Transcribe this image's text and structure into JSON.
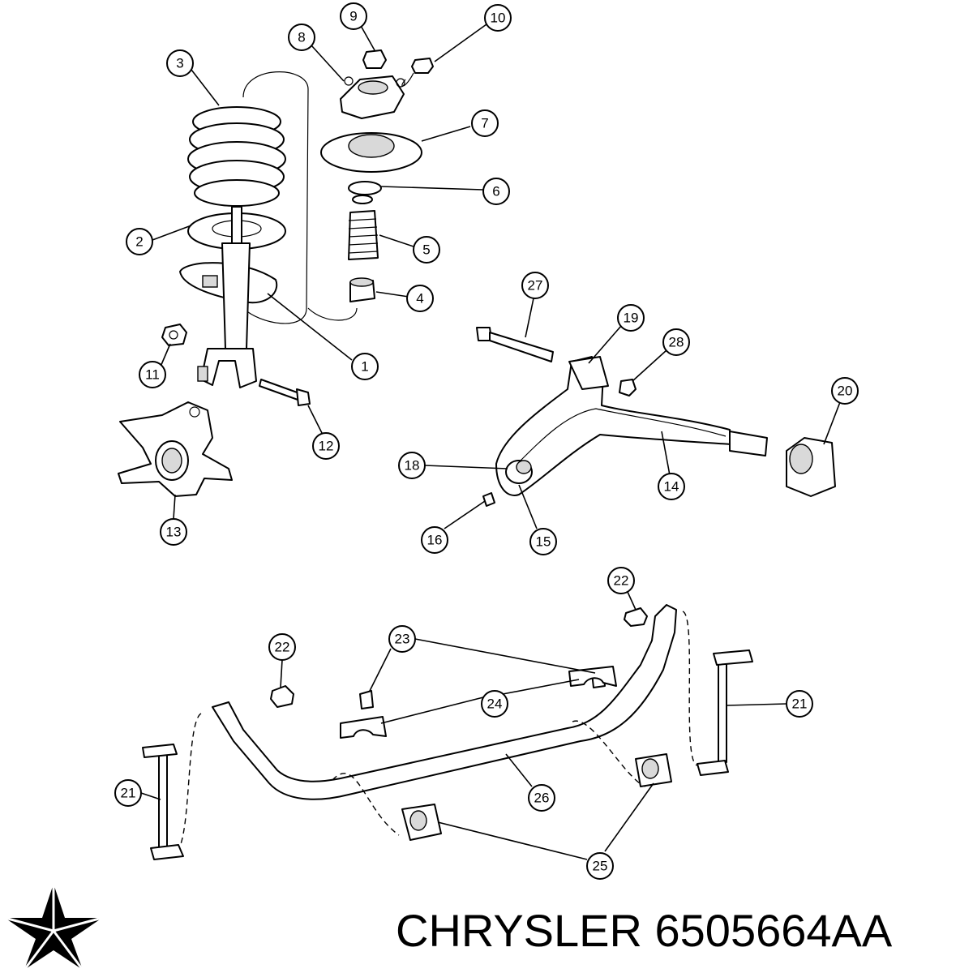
{
  "caption": {
    "brand": "CHRYSLER",
    "part_number": "6505664AA"
  },
  "colors": {
    "ink": "#000000",
    "background": "#ffffff",
    "shade": "#d9d9d9"
  },
  "callouts": [
    {
      "id": "c1",
      "label": "1"
    },
    {
      "id": "c2",
      "label": "2"
    },
    {
      "id": "c3",
      "label": "3"
    },
    {
      "id": "c4",
      "label": "4"
    },
    {
      "id": "c5",
      "label": "5"
    },
    {
      "id": "c6",
      "label": "6"
    },
    {
      "id": "c7",
      "label": "7"
    },
    {
      "id": "c8",
      "label": "8"
    },
    {
      "id": "c9",
      "label": "9"
    },
    {
      "id": "c10",
      "label": "10"
    },
    {
      "id": "c11",
      "label": "11"
    },
    {
      "id": "c12",
      "label": "12"
    },
    {
      "id": "c13",
      "label": "13"
    },
    {
      "id": "c14",
      "label": "14"
    },
    {
      "id": "c15",
      "label": "15"
    },
    {
      "id": "c16",
      "label": "16"
    },
    {
      "id": "c18",
      "label": "18"
    },
    {
      "id": "c19",
      "label": "19"
    },
    {
      "id": "c20",
      "label": "20"
    },
    {
      "id": "c21a",
      "label": "21"
    },
    {
      "id": "c21b",
      "label": "21"
    },
    {
      "id": "c22a",
      "label": "22"
    },
    {
      "id": "c22b",
      "label": "22"
    },
    {
      "id": "c23",
      "label": "23"
    },
    {
      "id": "c24",
      "label": "24"
    },
    {
      "id": "c25",
      "label": "25"
    },
    {
      "id": "c26",
      "label": "26"
    },
    {
      "id": "c27",
      "label": "27"
    },
    {
      "id": "c28",
      "label": "28"
    }
  ]
}
